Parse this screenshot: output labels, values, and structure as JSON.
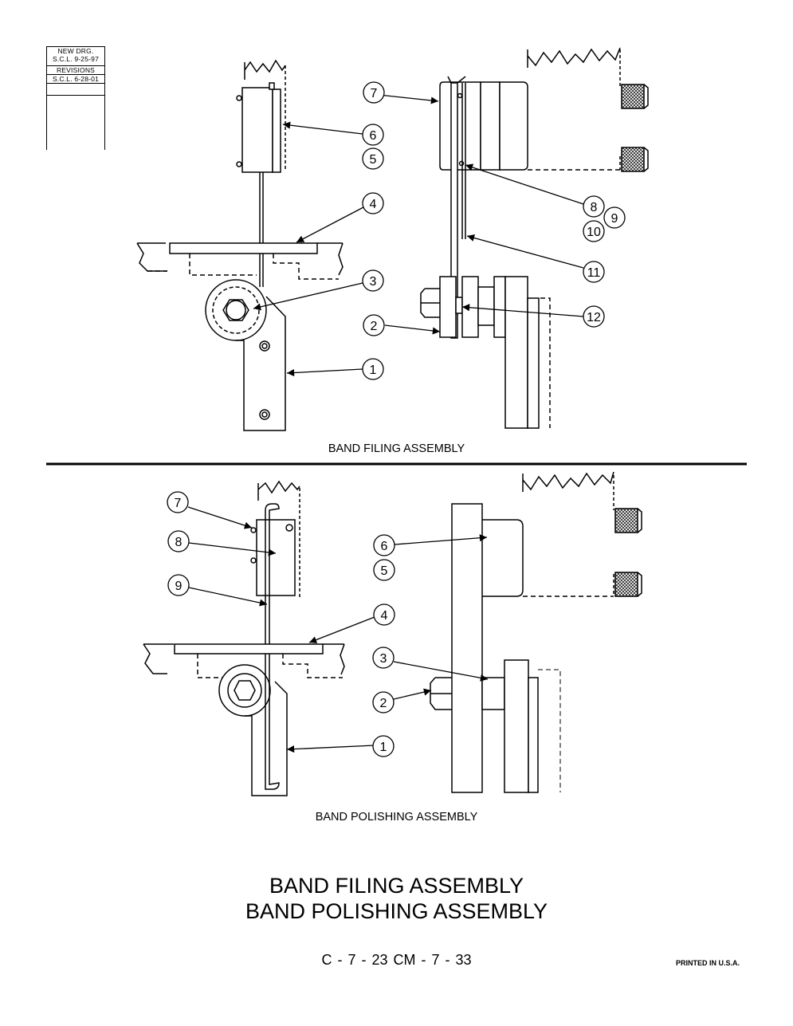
{
  "revision_block": {
    "new_drg_label": "NEW DRG.",
    "new_drg_entry": "S.C.L.  9-25-97",
    "revisions_label": "REVISIONS",
    "revision_entry": "S.C.L.  6-28-01"
  },
  "band_filing": {
    "caption": "BAND FILING ASSEMBLY",
    "callouts": [
      "7",
      "6",
      "5",
      "4",
      "3",
      "2",
      "1",
      "8",
      "9",
      "10",
      "11",
      "12"
    ]
  },
  "band_polishing": {
    "caption": "BAND POLISHING ASSEMBLY",
    "callouts": [
      "7",
      "8",
      "9",
      "6",
      "5",
      "4",
      "3",
      "2",
      "1"
    ]
  },
  "title": {
    "line1": "BAND FILING ASSEMBLY",
    "line2": "BAND POLISHING ASSEMBLY"
  },
  "footer": {
    "code": "C - 7 - 23    CM - 7 - 33",
    "printed": "PRINTED IN U.S.A."
  }
}
